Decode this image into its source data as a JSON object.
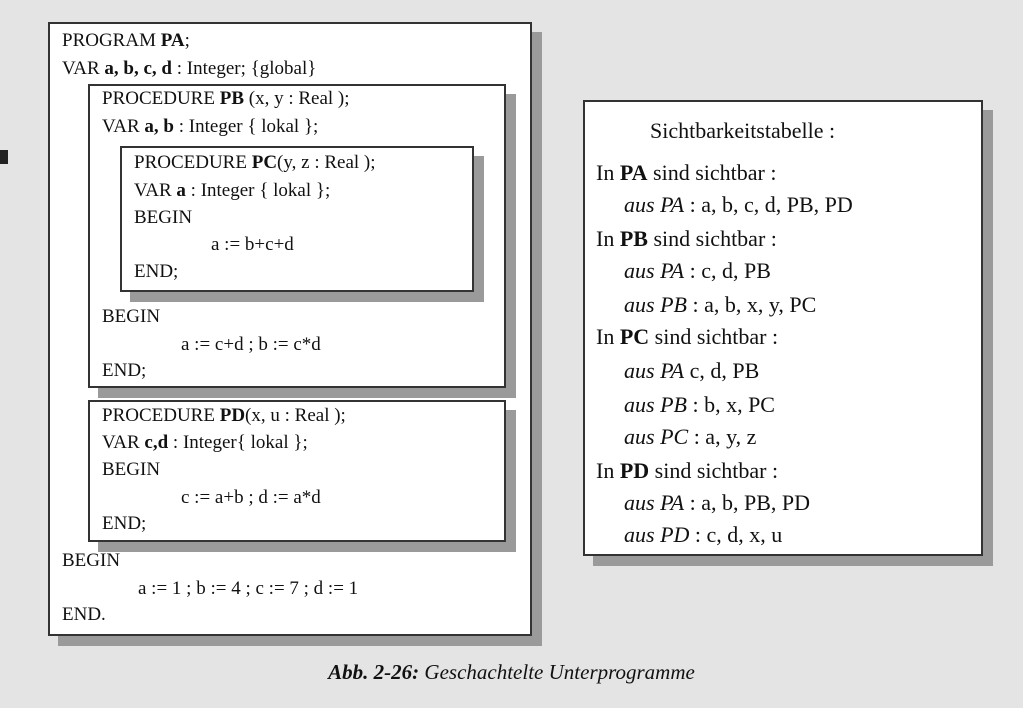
{
  "program": {
    "header_prefix": "PROGRAM ",
    "name": "PA",
    "header_suffix": ";",
    "var_prefix": "VAR ",
    "vars": "a, b, c, d",
    "var_suffix": " : Integer;  {global}",
    "begin": "BEGIN",
    "body": "a := 1 ; b := 4 ; c := 7 ; d := 1",
    "end": "END."
  },
  "procedure_pb": {
    "keyword": "PROCEDURE ",
    "name": "PB",
    "params": " (x, y : Real );",
    "var_prefix": "VAR ",
    "vars": "a, b",
    "var_suffix": " : Integer { lokal };",
    "begin": "BEGIN",
    "body": "a := c+d ; b := c*d",
    "end": "END;"
  },
  "procedure_pc": {
    "keyword": "PROCEDURE ",
    "name": "PC",
    "params": "(y, z : Real );",
    "var_prefix": "VAR ",
    "vars": "a",
    "var_suffix": " : Integer { lokal };",
    "begin": "BEGIN",
    "body": "a := b+c+d",
    "end": "END;"
  },
  "procedure_pd": {
    "keyword": "PROCEDURE ",
    "name": "PD",
    "params": "(x, u : Real );",
    "var_prefix": "VAR ",
    "vars": "c,d",
    "var_suffix": " : Integer{ lokal };",
    "begin": "BEGIN",
    "body": "c := a+b ; d := a*d",
    "end": "END;"
  },
  "visibility_table": {
    "title": "Sichtbarkeitstabelle :",
    "in_prefix": "In ",
    "in_suffix": " sind sichtbar :",
    "aus_prefix": "aus ",
    "sections": [
      {
        "name": "PA",
        "rows": [
          {
            "scope": "PA",
            "items": " : a, b, c, d, PB, PD"
          }
        ]
      },
      {
        "name": "PB",
        "rows": [
          {
            "scope": "PA",
            "items": " : c, d, PB"
          },
          {
            "scope": "PB",
            "items": " : a, b, x, y, PC"
          }
        ]
      },
      {
        "name": "PC",
        "rows": [
          {
            "scope": "PA",
            "items": " c, d, PB"
          },
          {
            "scope": "PB",
            "items": " : b, x, PC"
          },
          {
            "scope": "PC",
            "items": " : a, y, z"
          }
        ]
      },
      {
        "name": "PD",
        "rows": [
          {
            "scope": "PA",
            "items": " : a, b, PB, PD"
          },
          {
            "scope": "PD",
            "items": " : c, d, x, u"
          }
        ]
      }
    ]
  },
  "caption": {
    "label": "Abb. 2-26:",
    "text": " Geschachtelte Unterprogramme"
  }
}
